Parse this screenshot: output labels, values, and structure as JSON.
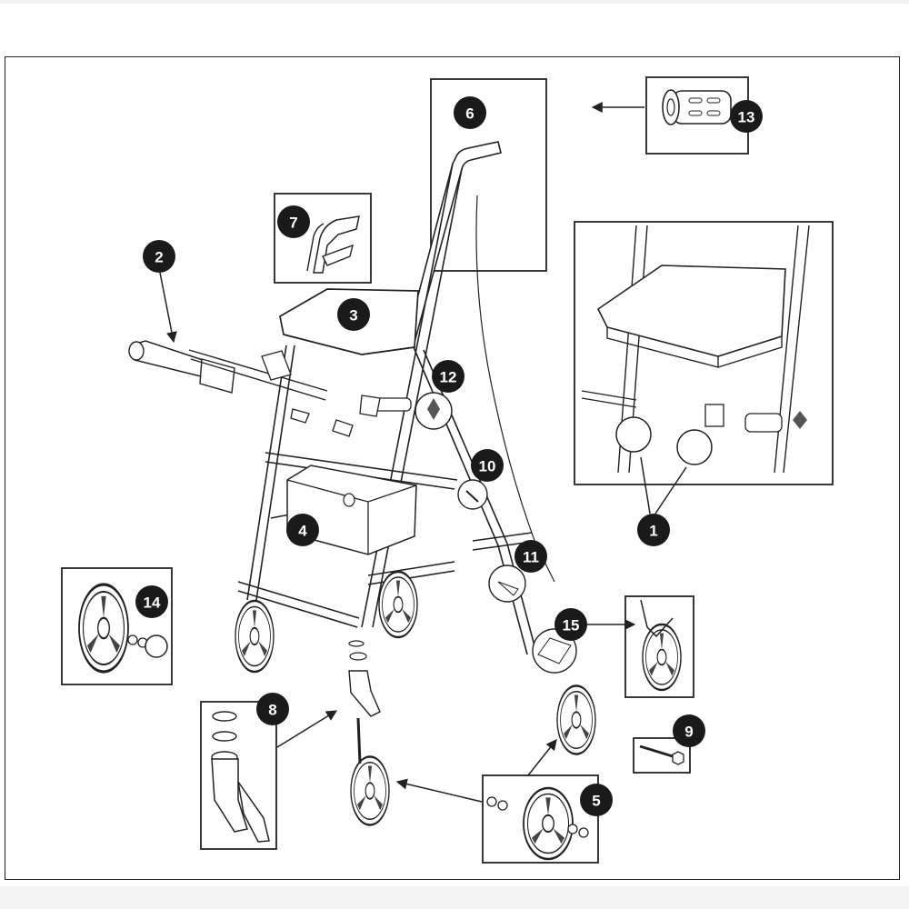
{
  "callouts": [
    {
      "id": "callout-1",
      "label": "1"
    },
    {
      "id": "callout-2",
      "label": "2"
    },
    {
      "id": "callout-3",
      "label": "3"
    },
    {
      "id": "callout-4",
      "label": "4"
    },
    {
      "id": "callout-5",
      "label": "5"
    },
    {
      "id": "callout-6",
      "label": "6"
    },
    {
      "id": "callout-7",
      "label": "7"
    },
    {
      "id": "callout-8",
      "label": "8"
    },
    {
      "id": "callout-9",
      "label": "9"
    },
    {
      "id": "callout-10",
      "label": "10"
    },
    {
      "id": "callout-11",
      "label": "11"
    },
    {
      "id": "callout-12",
      "label": "12"
    },
    {
      "id": "callout-13",
      "label": "13"
    },
    {
      "id": "callout-14",
      "label": "14"
    },
    {
      "id": "callout-15",
      "label": "15"
    }
  ],
  "colors": {
    "line": "#222222",
    "badge": "#1a1a1a",
    "badge_text": "#ffffff",
    "background": "#ffffff"
  }
}
